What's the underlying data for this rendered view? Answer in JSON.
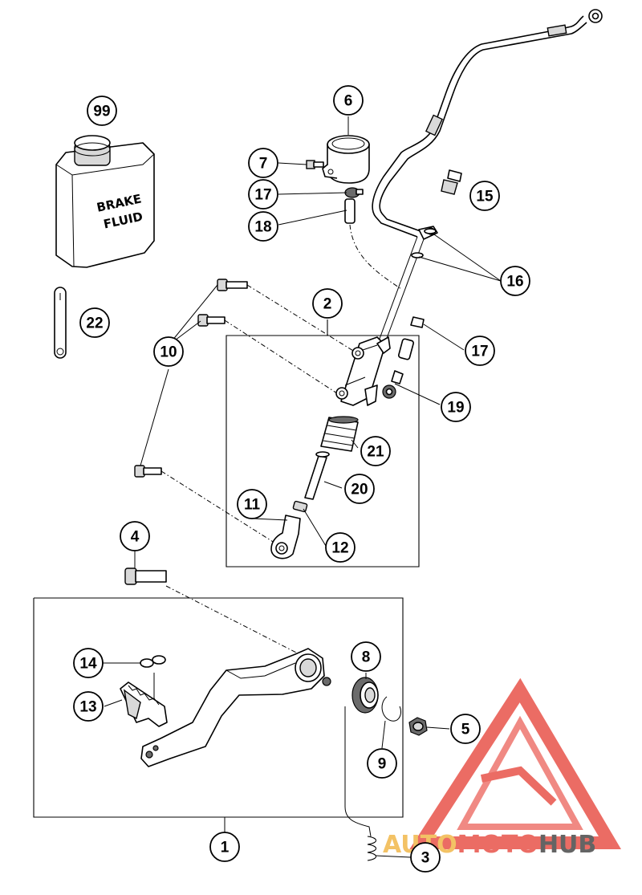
{
  "diagram": {
    "callouts": [
      {
        "id": "c99",
        "label": "99"
      },
      {
        "id": "c6",
        "label": "6"
      },
      {
        "id": "c7",
        "label": "7"
      },
      {
        "id": "c17a",
        "label": "17"
      },
      {
        "id": "c18",
        "label": "18"
      },
      {
        "id": "c15",
        "label": "15"
      },
      {
        "id": "c16",
        "label": "16"
      },
      {
        "id": "c22",
        "label": "22"
      },
      {
        "id": "c2",
        "label": "2"
      },
      {
        "id": "c10",
        "label": "10"
      },
      {
        "id": "c17b",
        "label": "17"
      },
      {
        "id": "c19",
        "label": "19"
      },
      {
        "id": "c21",
        "label": "21"
      },
      {
        "id": "c20",
        "label": "20"
      },
      {
        "id": "c11",
        "label": "11"
      },
      {
        "id": "c12",
        "label": "12"
      },
      {
        "id": "c4",
        "label": "4"
      },
      {
        "id": "c8",
        "label": "8"
      },
      {
        "id": "c14",
        "label": "14"
      },
      {
        "id": "c13",
        "label": "13"
      },
      {
        "id": "c5",
        "label": "5"
      },
      {
        "id": "c9",
        "label": "9"
      },
      {
        "id": "c1",
        "label": "1"
      },
      {
        "id": "c3",
        "label": "3"
      }
    ],
    "can_label": {
      "line1": "BRAKE",
      "line2": "FLUID"
    }
  },
  "watermark": {
    "part1": "AUTO",
    "part2": "MOTO",
    "part3": "HUB",
    "colors": {
      "triangle": "#e8534a",
      "auto": "#f2b84b",
      "moto": "#e8534a",
      "hub": "#4a4a4a"
    }
  }
}
